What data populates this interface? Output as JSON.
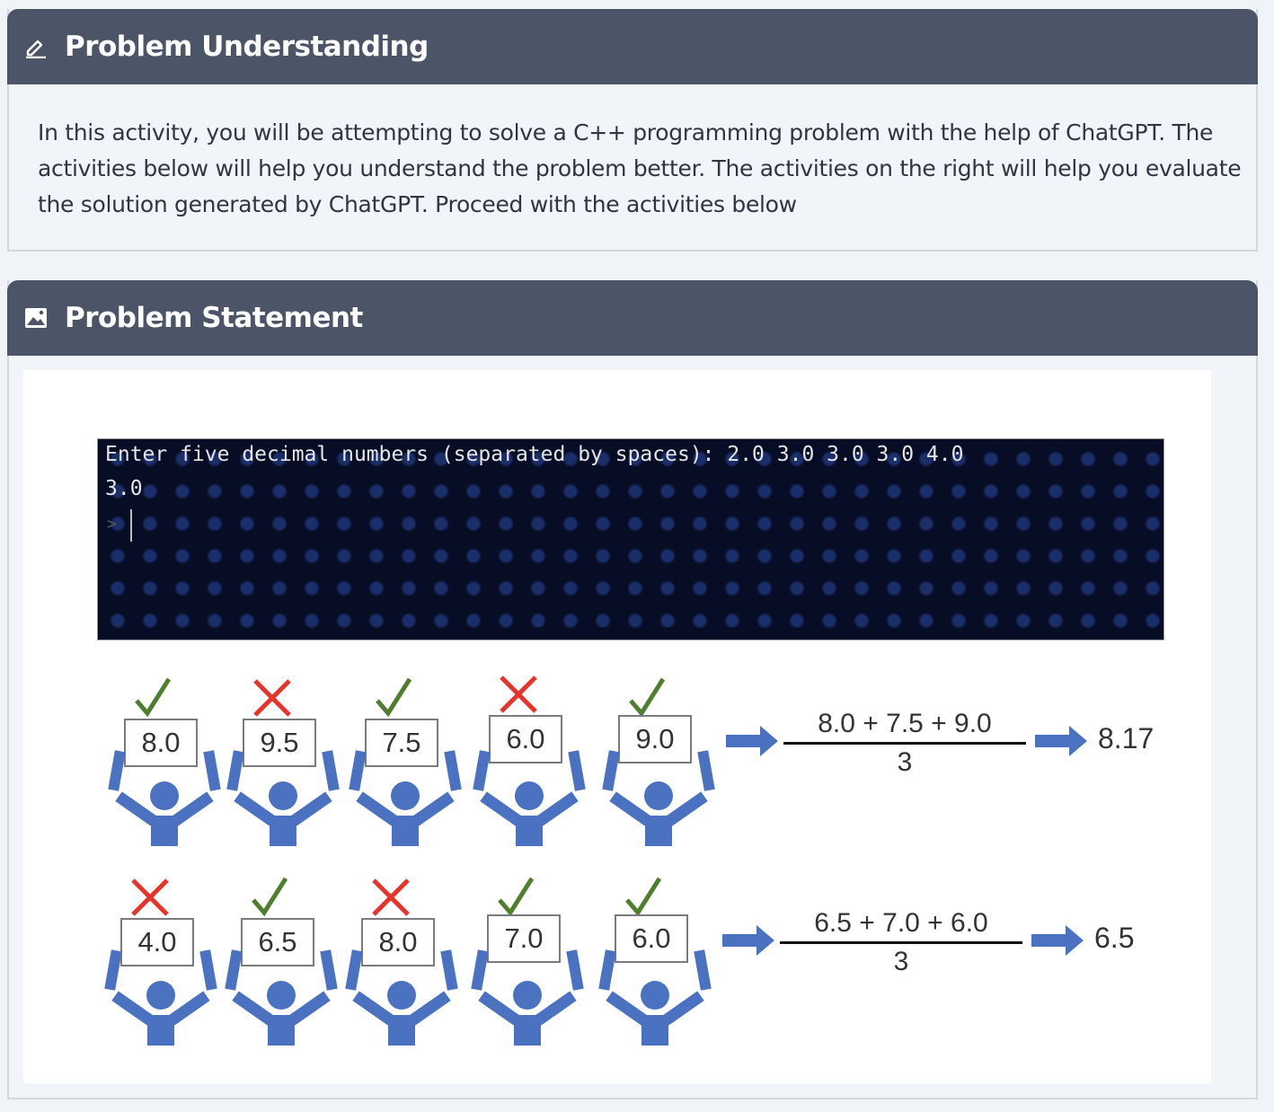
{
  "understanding": {
    "icon": "pencil-icon",
    "title": "Problem Understanding",
    "body": "In this activity, you will be attempting to solve a C++ programming problem with the help of ChatGPT. The activities below will help you understand the problem better. The activities on the right will help you evaluate the solution generated by ChatGPT. Proceed with the activities below"
  },
  "statement": {
    "icon": "image-icon",
    "title": "Problem Statement",
    "terminal": {
      "line1": "Enter five decimal numbers (separated by spaces): 2.0 3.0 3.0 3.0 4.0",
      "line2": "3.0",
      "prompt": ">"
    },
    "rows": [
      {
        "judges": [
          {
            "score": "8.0",
            "mark": "check"
          },
          {
            "score": "9.5",
            "mark": "cross"
          },
          {
            "score": "7.5",
            "mark": "check"
          },
          {
            "score": "6.0",
            "mark": "cross"
          },
          {
            "score": "9.0",
            "mark": "check"
          }
        ],
        "numerator": "8.0 + 7.5 + 9.0",
        "denominator": "3",
        "result": "8.17"
      },
      {
        "judges": [
          {
            "score": "4.0",
            "mark": "cross"
          },
          {
            "score": "6.5",
            "mark": "check"
          },
          {
            "score": "8.0",
            "mark": "cross"
          },
          {
            "score": "7.0",
            "mark": "check"
          },
          {
            "score": "6.0",
            "mark": "check"
          }
        ],
        "numerator": "6.5 + 7.0 + 6.0",
        "denominator": "3",
        "result": "6.5"
      }
    ],
    "colors": {
      "figure_blue": "#4a72c0",
      "check_green": "#4f7f2e",
      "cross_red": "#e8322a",
      "header_bg": "#4b5567"
    }
  }
}
